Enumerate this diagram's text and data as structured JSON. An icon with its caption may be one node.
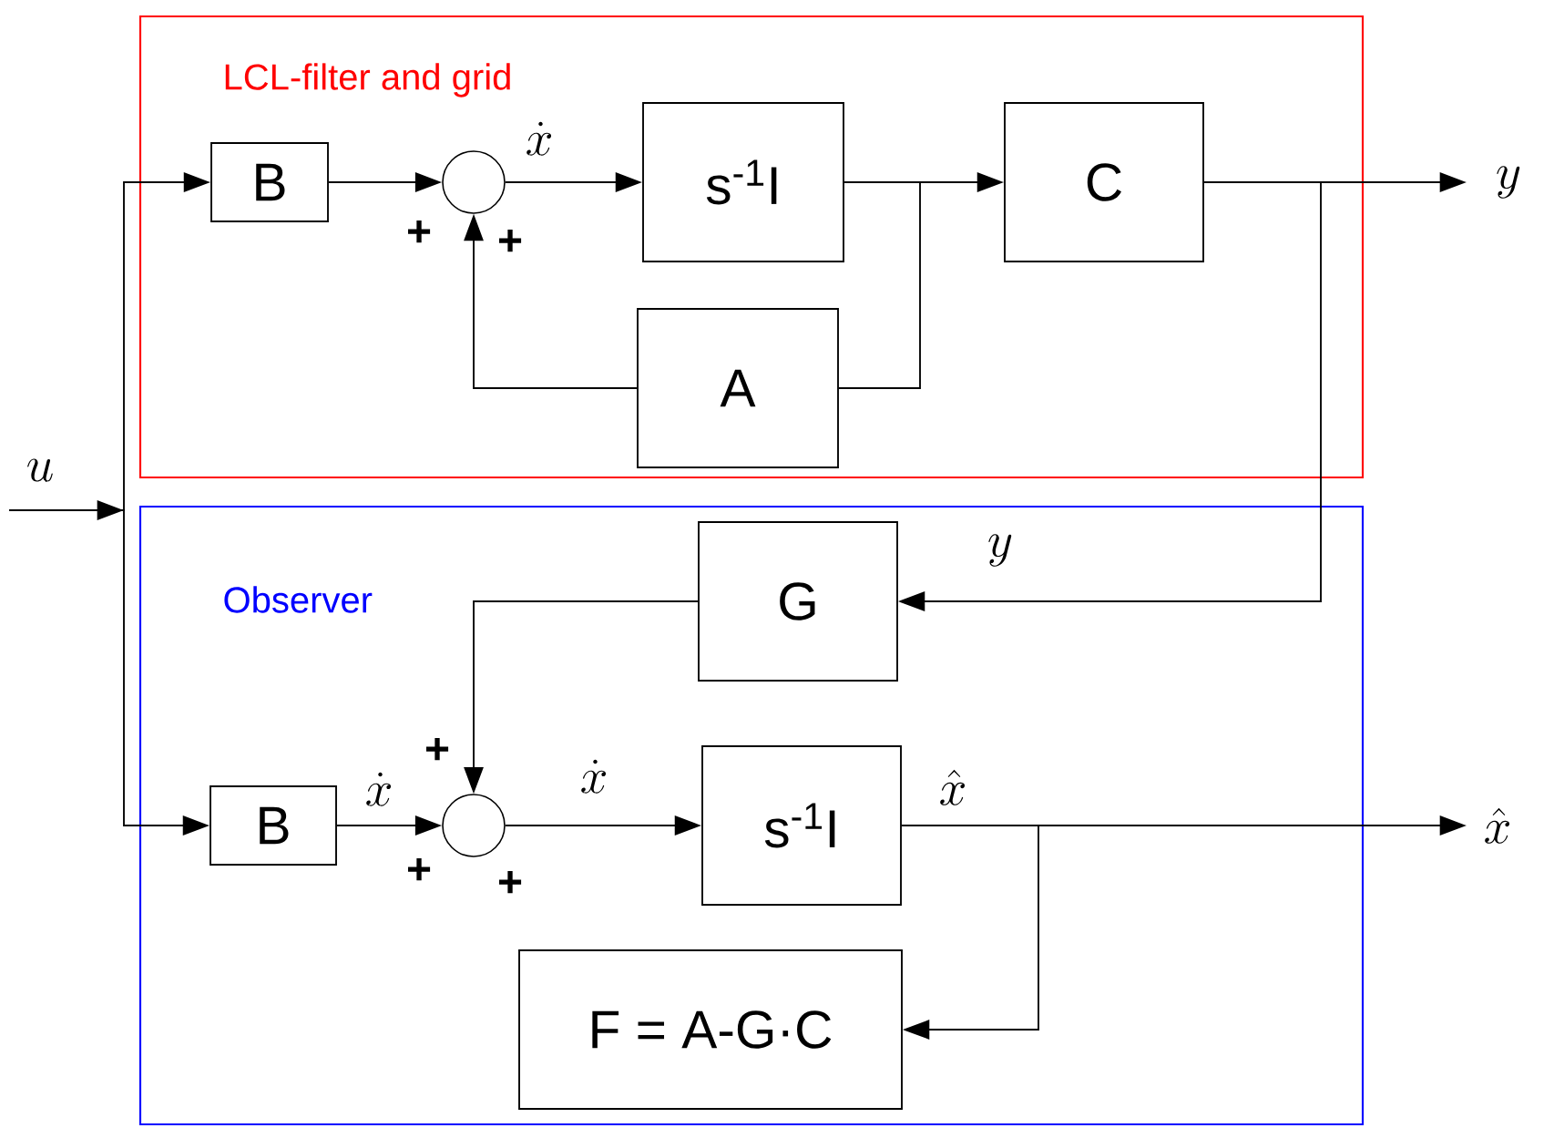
{
  "diagram": {
    "nodes": [
      {
        "text": [
          "LCL-filter and grid"
        ]
      },
      {
        "text": [
          "B"
        ],
        "in": 0
      },
      {
        "text": [],
        "shape": "circle",
        "in": 0,
        "beside": [
          "+",
          "+"
        ]
      },
      {
        "text": [
          "s$^{-1}$I"
        ],
        "in": 0
      },
      {
        "text": [
          "C"
        ],
        "in": 0
      },
      {
        "text": [
          "A"
        ],
        "in": 0
      },
      {
        "text": [
          "Observer"
        ]
      },
      {
        "text": [
          "G"
        ],
        "in": 6
      },
      {
        "text": [
          "B"
        ],
        "in": 6
      },
      {
        "text": [],
        "shape": "circle",
        "in": 6,
        "beside": [
          "+",
          "+",
          "+"
        ]
      },
      {
        "text": [
          "s$^{-1}$I"
        ],
        "in": 6
      },
      {
        "text": [
          "F = A-G·C"
        ],
        "in": 6
      }
    ],
    "edges": [
      {
        "from": null,
        "to": 1,
        "arrow": "to",
        "label": "u"
      },
      {
        "from": null,
        "to": 8,
        "arrow": "to"
      },
      {
        "from": 1,
        "to": 2,
        "arrow": "to"
      },
      {
        "from": 2,
        "to": 3,
        "arrow": "to",
        "label": "\\dot{x}"
      },
      {
        "from": 3,
        "to": 4,
        "arrow": "to"
      },
      {
        "from": 3,
        "to": 5,
        "arrow": "none"
      },
      {
        "from": 5,
        "to": 2,
        "arrow": "to"
      },
      {
        "from": 4,
        "to": null,
        "arrow": "to",
        "label": "y"
      },
      {
        "from": 4,
        "to": 7,
        "arrow": "to",
        "label": "y"
      },
      {
        "from": 8,
        "to": 9,
        "arrow": "to",
        "label": "\\dot{x}"
      },
      {
        "from": 7,
        "to": 9,
        "arrow": "to"
      },
      {
        "from": 9,
        "to": 10,
        "arrow": "to",
        "label": "\\dot{x}"
      },
      {
        "from": 10,
        "to": null,
        "arrow": "to",
        "label": "\\hat{x}"
      },
      {
        "from": 10,
        "to": 11,
        "arrow": "to",
        "label": "\\hat{x}"
      }
    ]
  }
}
